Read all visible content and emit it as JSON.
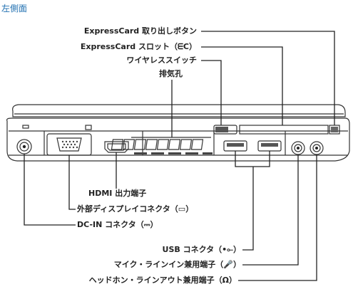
{
  "page": {
    "title": "左側面"
  },
  "labels": {
    "top": [
      {
        "id": "expresscard-eject",
        "text": "ExpressCard 取り出しボタン"
      },
      {
        "id": "expresscard-slot",
        "text": "ExpressCard スロット（",
        "glyph": "ᗴC",
        "suffix": "）"
      },
      {
        "id": "wireless-switch",
        "text": "ワイヤレススイッチ"
      },
      {
        "id": "vent",
        "text": "排気孔"
      }
    ],
    "bottom_left": [
      {
        "id": "hdmi",
        "text": "HDMI 出力端子"
      },
      {
        "id": "vga",
        "text": "外部ディスプレイコネクタ（",
        "glyph": "▭",
        "suffix": "）"
      },
      {
        "id": "dcin",
        "text": "DC-IN コネクタ（",
        "glyph": "⎓",
        "suffix": "）"
      }
    ],
    "bottom_right": [
      {
        "id": "usb",
        "text": "USB コネクタ（",
        "glyph": "•⟜",
        "suffix": "）"
      },
      {
        "id": "mic",
        "text": "マイク・ラインイン兼用端子（",
        "glyph": "🎤",
        "suffix": "）"
      },
      {
        "id": "headphone",
        "text": "ヘッドホン・ラインアウト兼用端子（",
        "glyph": "Ω",
        "suffix": "）"
      }
    ]
  },
  "colors": {
    "title": "#1f6fb0",
    "line": "#222222",
    "body": "#333333"
  }
}
